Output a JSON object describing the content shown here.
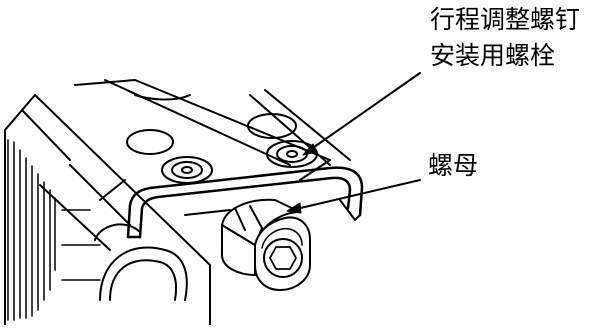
{
  "labels": {
    "stroke_screw_line1": "行程调整螺钉",
    "stroke_screw_line2": "安装用螺栓",
    "nut": "螺母"
  },
  "colors": {
    "line": "#000000",
    "background": "#ffffff",
    "shade": "#d9d9d9"
  }
}
